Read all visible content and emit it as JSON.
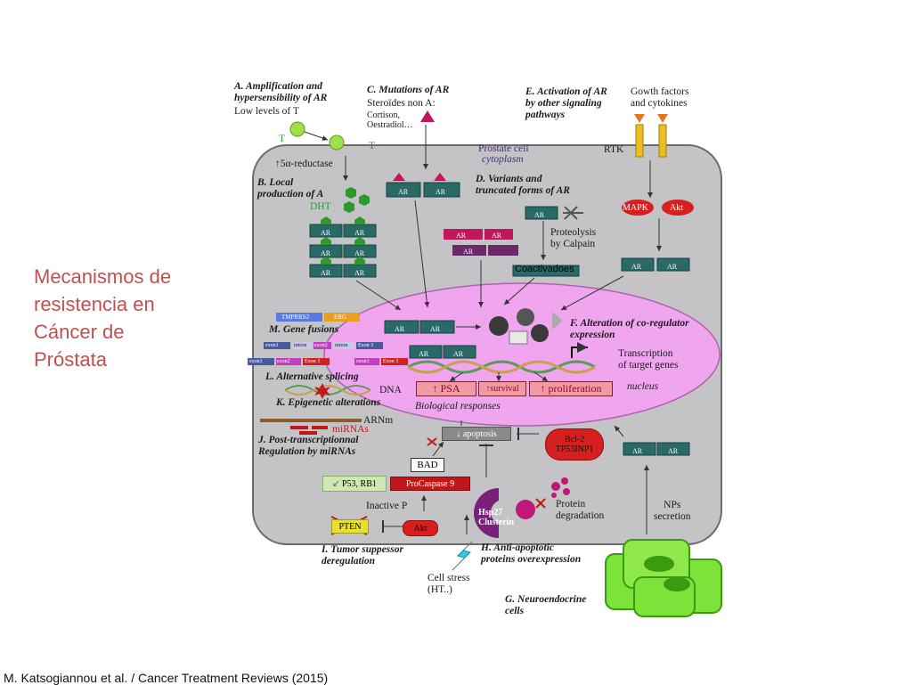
{
  "slide": {
    "title": "Mecanismos de\nresistencia en\nCáncer de\nPróstata",
    "citation": "M. Katsogiannou et al. / Cancer Treatment Reviews (2015)"
  },
  "figure": {
    "label_a": "A. Amplification and\nhypersensibility of AR",
    "label_a_sub": "Low levels of T",
    "t_left": "T",
    "t_right": "T",
    "reductase": "↑5α-reductase",
    "label_b": "B. Local\nproduction of A",
    "dht": "DHT",
    "label_c": "C. Mutations of AR",
    "label_c_sub": "Steroïdes non A:",
    "label_c_list": "Cortison,\nOestradiol…",
    "cell": "Prostate cell",
    "cytoplasm": "cytoplasm",
    "label_d": "D. Variants and\ntruncated forms of AR",
    "proteolysis": "Proteolysis\nby Calpain",
    "label_e": "E. Activation of AR\nby other signaling\npathways",
    "growth": "Gowth factors\nand cytokines",
    "rtk": "RTK",
    "mapk": "MAPK",
    "akt": "Akt",
    "coactivadores": "Coactivadoes",
    "ar": "AR",
    "tmprss2": "TMPRRS2",
    "erg": "ERG",
    "label_m": "M. Gene fusions",
    "exon1": "exon1",
    "intron": "intron",
    "exon2": "exon2",
    "exon3": "Exon 3",
    "label_l": "L. Alternative splicing",
    "dna": "DNA",
    "label_k": "K. Epigenetic alterations",
    "label_f": "F. Alteration of co-regulator\nexpression",
    "transcription": "Transcription\nof target genes",
    "nucleus": "nucleus",
    "psa": "PSA",
    "survival": "survival",
    "proliferation": "proliferation",
    "bio": "Biological responses",
    "arnm": "ARNm",
    "mirnas": "miRNAs",
    "label_j": "J. Post-transcriptionnal\nRegulation by miRNAs",
    "apoptosis": "apoptosis",
    "bcl2": "Bcl-2\nTP53INP1",
    "bad": "BAD",
    "p53": "P53, RB1",
    "procaspase": "ProCaspase 9",
    "inactive": "Inactive P",
    "pten": "PTEN",
    "hsp": "Hsp27\nClusterin",
    "protein_deg": "Protein\ndegradation",
    "nps": "NPs\nsecretion",
    "label_i": "I. Tumor suppessor\nderegulation",
    "label_h": "H. Anti-apoptotic\nproteins overexpression",
    "cell_stress": "Cell stress\n(HT..)",
    "label_g": "G. Neuroendocrine\ncells"
  },
  "colors": {
    "title": "#c0504d",
    "cell_bg": "#c4c4c6",
    "nucleus": "#f0a6ee",
    "ar_box": "#2a6a66",
    "dht": "#2e9a2e",
    "neuro": "#7de23a"
  }
}
